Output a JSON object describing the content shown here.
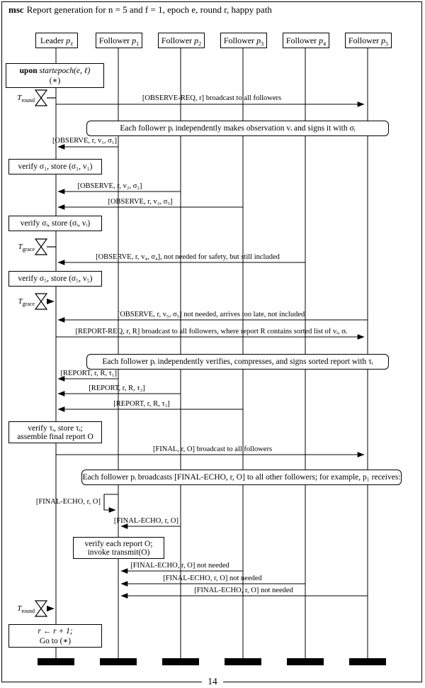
{
  "frame": {
    "keyword": "msc",
    "title": "Report generation for n = 5 and f = 1, epoch e, round r, happy path"
  },
  "page_number": "14",
  "lifelines": [
    {
      "role": "Leader",
      "p": "p",
      "sub": "ℓ"
    },
    {
      "role": "Follower",
      "p": "p",
      "sub": "1"
    },
    {
      "role": "Follower",
      "p": "p",
      "sub": "2"
    },
    {
      "role": "Follower",
      "p": "p",
      "sub": "3"
    },
    {
      "role": "Follower",
      "p": "p",
      "sub": "4"
    },
    {
      "role": "Follower",
      "p": "p",
      "sub": "5"
    }
  ],
  "timers": [
    {
      "symbol": "T",
      "sub": "round",
      "event": "set"
    },
    {
      "symbol": "T",
      "sub": "grace",
      "event": "set"
    },
    {
      "symbol": "T",
      "sub": "grace",
      "event": "timeout"
    },
    {
      "symbol": "T",
      "sub": "round",
      "event": "timeout"
    }
  ],
  "actions": [
    {
      "keyword": "upon",
      "line1": "startepoch(e, ℓ)",
      "line2": "(∗)"
    },
    {
      "line1": "verify σ₁, store (σ₁, v₁)"
    },
    {
      "line1": "verify σᵢ, store (σᵢ, vᵢ)"
    },
    {
      "line1": "verify σ₅, store (σ₅, v₅)"
    },
    {
      "line1": "verify τᵢ, store τᵢ;",
      "line2": "assemble final report O"
    },
    {
      "line1": "verify each report O;",
      "line2": "invoke transmit(O)"
    },
    {
      "line1": "r ← r + 1;",
      "line2": "Go to (∗)"
    }
  ],
  "notes": [
    "Each follower pᵢ independently makes observation vᵢ and signs it with σᵢ",
    "Each follower pᵢ independently verifies, compresses, and signs sorted report with τᵢ",
    "Each follower pᵢ broadcasts [FINAL-ECHO, r, O] to all other followers; for example, p₁ receives:"
  ],
  "messages": [
    {
      "from": "Leader pℓ",
      "to": "all followers",
      "label": "[OBSERVE-REQ, r] broadcast to all followers"
    },
    {
      "from": "Follower p₁",
      "to": "Leader pℓ",
      "label": "[OBSERVE, r, v₁, σ₁]"
    },
    {
      "from": "Follower p₂",
      "to": "Leader pℓ",
      "label": "[OBSERVE, r, v₂, σ₂]"
    },
    {
      "from": "Follower p₃",
      "to": "Leader pℓ",
      "label": "[OBSERVE, r, v₃, σ₃]"
    },
    {
      "from": "Follower p₄",
      "to": "Leader pℓ",
      "label": "[OBSERVE, r, v₄, σ₄], not needed for safety, but still included"
    },
    {
      "from": "Follower p₅",
      "to": "Leader pℓ",
      "label": "[OBSERVE, r, v₅, σ₅] not needed, arrives too late, not included"
    },
    {
      "from": "Leader pℓ",
      "to": "all followers",
      "label": "[REPORT-REQ, r, R] broadcast to all followers, where report R contains sorted list of vᵢ, σᵢ"
    },
    {
      "from": "Follower p₁",
      "to": "Leader pℓ",
      "label": "[REPORT, r, R, τ₁]"
    },
    {
      "from": "Follower p₂",
      "to": "Leader pℓ",
      "label": "[REPORT, r, R, τ₂]"
    },
    {
      "from": "Follower p₃",
      "to": "Leader pℓ",
      "label": "[REPORT, r, R, τ₃]"
    },
    {
      "from": "Leader pℓ",
      "to": "all followers",
      "label": "[FINAL, r, O] broadcast to all followers"
    },
    {
      "from": "Follower p₁",
      "to": "Follower p₁",
      "label": "[FINAL-ECHO, r, O]"
    },
    {
      "from": "Follower p₂",
      "to": "Follower p₁",
      "label": "[FINAL-ECHO, r, O]"
    },
    {
      "from": "Follower p₃",
      "to": "Follower p₁",
      "label": "[FINAL-ECHO, r, O] not needed"
    },
    {
      "from": "Follower p₄",
      "to": "Follower p₁",
      "label": "[FINAL-ECHO, r, O] not needed"
    },
    {
      "from": "Follower p₅",
      "to": "Follower p₁",
      "label": "[FINAL-ECHO, r, O] not needed"
    }
  ]
}
